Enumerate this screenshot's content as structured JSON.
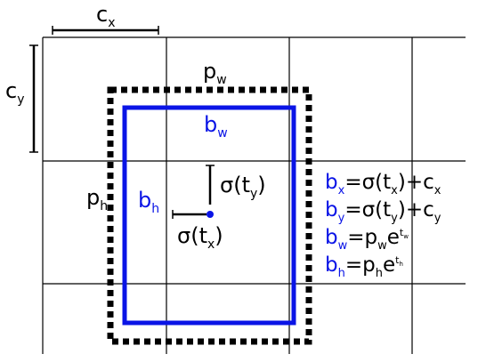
{
  "labels": {
    "cx": {
      "base": "c",
      "sub": "x"
    },
    "cy": {
      "base": "c",
      "sub": "y"
    },
    "pw": {
      "base": "p",
      "sub": "w"
    },
    "ph": {
      "base": "p",
      "sub": "h"
    },
    "bw": {
      "base": "b",
      "sub": "w"
    },
    "bh": {
      "base": "b",
      "sub": "h"
    },
    "sigma_ty": {
      "pre": "σ(t",
      "sub": "y",
      "post": ")"
    },
    "sigma_tx": {
      "pre": "σ(t",
      "sub": "x",
      "post": ")"
    }
  },
  "equations": [
    {
      "lhs": "b",
      "lhs_sub": "x",
      "eq": "=σ(t",
      "eq_sub": "x",
      "tail": ")+c",
      "tail_sub": "x"
    },
    {
      "lhs": "b",
      "lhs_sub": "y",
      "eq": "=σ(t",
      "eq_sub": "y",
      "tail": ")+c",
      "tail_sub": "y"
    },
    {
      "lhs": "b",
      "lhs_sub": "w",
      "eq": "=p",
      "eq_sub": "w",
      "tail": "e",
      "sup": "t",
      "sup_sub": "w"
    },
    {
      "lhs": "b",
      "lhs_sub": "h",
      "eq": "=p",
      "eq_sub": "h",
      "tail": "e",
      "sup": "t",
      "sup_sub": "h"
    }
  ],
  "colors": {
    "predicted_box": "#0a14e6",
    "prior_box": "#000000",
    "grid": "#000000"
  }
}
